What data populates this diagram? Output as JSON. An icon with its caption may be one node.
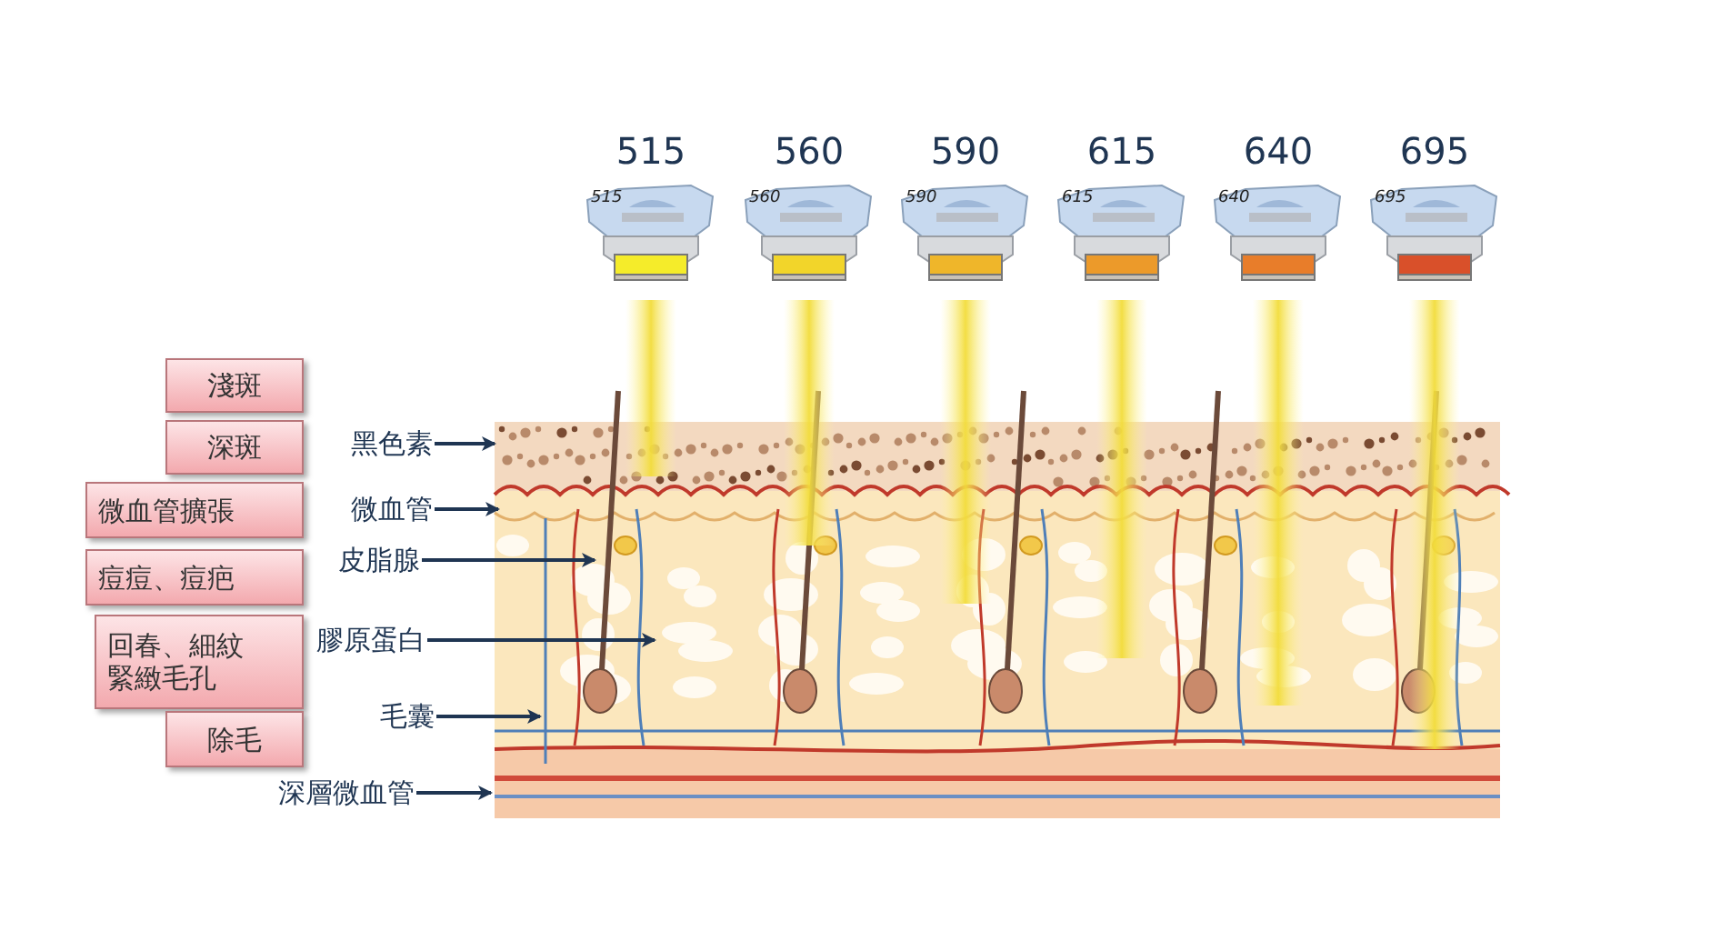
{
  "diagram": {
    "nodes": [
      {
        "text": [
          "淺斑"
        ]
      },
      {
        "text": [
          "深斑"
        ]
      },
      {
        "text": [
          "微血管擴張"
        ]
      },
      {
        "text": [
          "痘痘、痘疤"
        ]
      },
      {
        "text": [
          "回春、細紋緊緻毛孔"
        ]
      },
      {
        "text": [
          "除毛"
        ]
      },
      {
        "text": [
          "515"
        ],
        "beside": [
          "515"
        ]
      },
      {
        "text": [
          "560"
        ],
        "beside": [
          "560"
        ]
      },
      {
        "text": [
          "590"
        ],
        "beside": [
          "590"
        ]
      },
      {
        "text": [
          "615"
        ],
        "beside": [
          "615"
        ]
      },
      {
        "text": [
          "640"
        ],
        "beside": [
          "640"
        ]
      },
      {
        "text": [
          "695"
        ],
        "beside": [
          "695"
        ]
      },
      {
        "text": [
          "黑色素"
        ]
      },
      {
        "text": [
          "微血管"
        ]
      },
      {
        "text": [
          "皮脂腺"
        ]
      },
      {
        "text": [
          "膠原蛋白"
        ]
      },
      {
        "text": [
          "毛囊"
        ]
      },
      {
        "text": [
          "深層微血管"
        ]
      }
    ],
    "edges": [
      {
        "from": 12,
        "to": null,
        "arrow": "to"
      },
      {
        "from": 13,
        "to": null,
        "arrow": "to"
      },
      {
        "from": 14,
        "to": null,
        "arrow": "to"
      },
      {
        "from": 15,
        "to": null,
        "arrow": "to"
      },
      {
        "from": 16,
        "to": null,
        "arrow": "to"
      },
      {
        "from": 17,
        "to": null,
        "arrow": "to"
      }
    ]
  }
}
